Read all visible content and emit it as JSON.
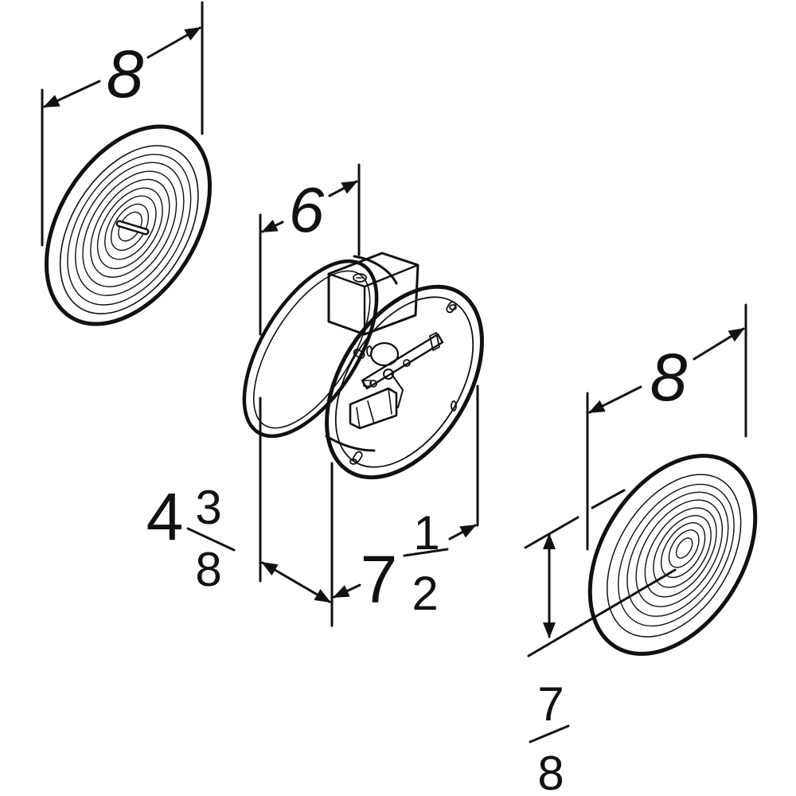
{
  "colors": {
    "ink": "#111111",
    "paper": "#ffffff",
    "shade": "#e8e8e8"
  },
  "dimensions": {
    "grille_left_width": "8",
    "housing_width": "6",
    "housing_depth_whole": "4",
    "housing_depth_num": "3",
    "housing_depth_den": "8",
    "plate_width_whole": "7",
    "plate_width_num": "1",
    "plate_width_den": "2",
    "grille_right_width": "8",
    "grille_depth_num": "7",
    "grille_depth_den": "8"
  }
}
